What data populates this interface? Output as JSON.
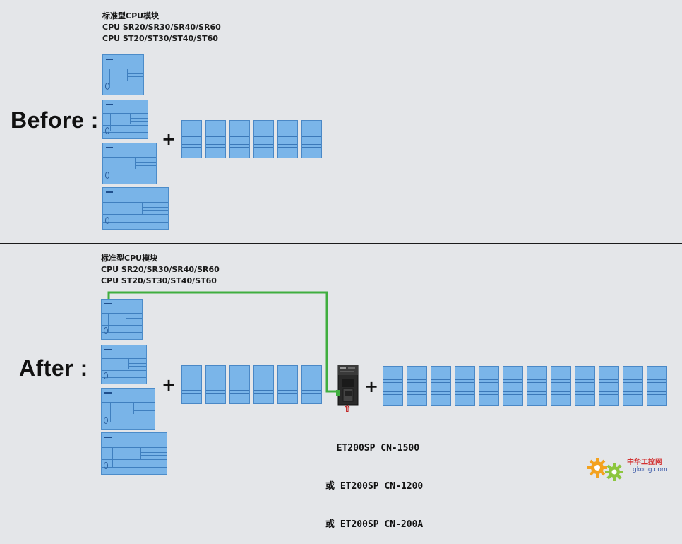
{
  "before": {
    "heading_cn": "标准型CPU模块",
    "cpu_line1": "CPU SR20/SR30/SR40/SR60",
    "cpu_line2": "CPU ST20/ST30/ST40/ST60",
    "label": "Before :",
    "plus": "+",
    "signal_module_count": 6
  },
  "after": {
    "heading_cn": "标准型CPU模块",
    "cpu_line1": "CPU SR20/SR30/SR40/SR60",
    "cpu_line2": "CPU ST20/ST30/ST40/ST60",
    "label": "After :",
    "plus_left": "+",
    "plus_right": "+",
    "signal_module_count_left": 6,
    "signal_module_count_right": 12,
    "arrow_glyph": "⇧",
    "cn_lines": [
      "  ET200SP CN-1500",
      "或 ET200SP CN-1200",
      "或 ET200SP CN-200A"
    ]
  },
  "watermark": {
    "cn": "中华工控网",
    "url": "gkong.com"
  },
  "colors": {
    "background": "#e4e6e9",
    "module_fill": "#79b4e8",
    "module_border": "#4c8cc9",
    "connection_line": "#3fae3f",
    "arrow": "#c02020",
    "divider": "#1b1b1b"
  }
}
